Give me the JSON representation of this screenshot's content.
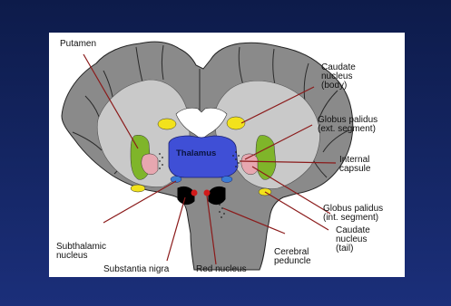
{
  "labels": {
    "putamen": "Putamen",
    "caudate_body": [
      "Caudate",
      "nucleus",
      "(body)"
    ],
    "gp_ext": [
      "Globus palidus",
      "(ext. segment)"
    ],
    "internal_capsule": [
      "Internal",
      "capsule"
    ],
    "gp_int": [
      "Globus palidus",
      "(int. segment)"
    ],
    "caudate_tail": [
      "Caudate",
      "nucleus",
      "(tail)"
    ],
    "cerebral_peduncle": [
      "Cerebral",
      "peduncle"
    ],
    "red_nucleus": "Red nucleus",
    "substantia_nigra": "Substantia nigra",
    "subthalamic": [
      "Subthalamic",
      "nucleus"
    ],
    "thalamus": "Thalamus"
  },
  "colors": {
    "background_top": "#0d1b4a",
    "background_bottom": "#1b2f7a",
    "panel": "#ffffff",
    "grey_matter": "#8a8a8a",
    "white_matter": "#c9c9c9",
    "outline": "#222222",
    "thalamus": "#3f4fd6",
    "caudate": "#f2e21c",
    "putamen": "#7fb52a",
    "globus_pallidus": "#e7a7b0",
    "subthalamic": "#3a7bd5",
    "substantia_nigra": "#000000",
    "red_nucleus": "#d11a1a",
    "pointer_line": "#8b1a1a"
  }
}
